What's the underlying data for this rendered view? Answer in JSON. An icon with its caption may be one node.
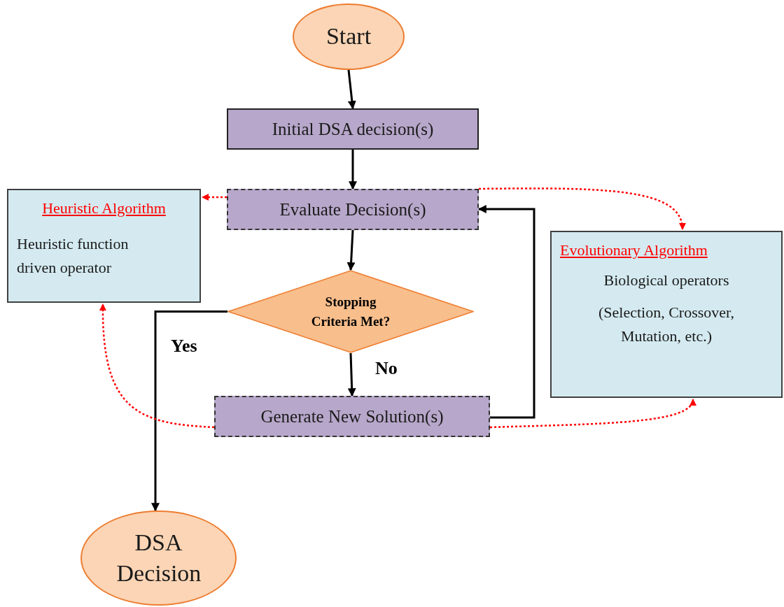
{
  "diagram": {
    "nodes": [
      {
        "text": [
          "Start"
        ]
      },
      {
        "text": [
          "Initial DSA decision(s)"
        ]
      },
      {
        "text": [
          "Heuristic Algorithm",
          "Heuristic function driven operator"
        ]
      },
      {
        "text": [
          "Evaluate Decision(s)"
        ]
      },
      {
        "text": [
          "Evolutionary Algorithm",
          "Biological operators",
          "(Selection, Crossover, Mutation, etc.)"
        ]
      },
      {
        "text": [
          "Stopping Criteria Met?"
        ]
      },
      {
        "text": [
          "Generate New Solution(s)"
        ]
      },
      {
        "text": [
          "DSA Decision"
        ]
      }
    ],
    "edges": [
      {
        "from": 0,
        "to": 1,
        "arrow": "to"
      },
      {
        "from": 1,
        "to": 3,
        "arrow": "to"
      },
      {
        "from": 3,
        "to": 5,
        "arrow": "to"
      },
      {
        "from": 5,
        "to": 6,
        "arrow": "to",
        "label": "No"
      },
      {
        "from": 6,
        "to": 3,
        "arrow": "to"
      },
      {
        "from": 5,
        "to": 7,
        "arrow": "to",
        "label": "Yes"
      },
      {
        "from": 3,
        "to": 2,
        "arrow": "to",
        "style": "dashed",
        "color": "#ff0000"
      },
      {
        "from": 3,
        "to": 4,
        "arrow": "to",
        "style": "dashed",
        "color": "#ff0000"
      },
      {
        "from": 6,
        "to": 2,
        "arrow": "to",
        "style": "dashed",
        "color": "#ff0000"
      },
      {
        "from": 6,
        "to": 4,
        "arrow": "to",
        "style": "dashed",
        "color": "#ff0000"
      }
    ]
  }
}
